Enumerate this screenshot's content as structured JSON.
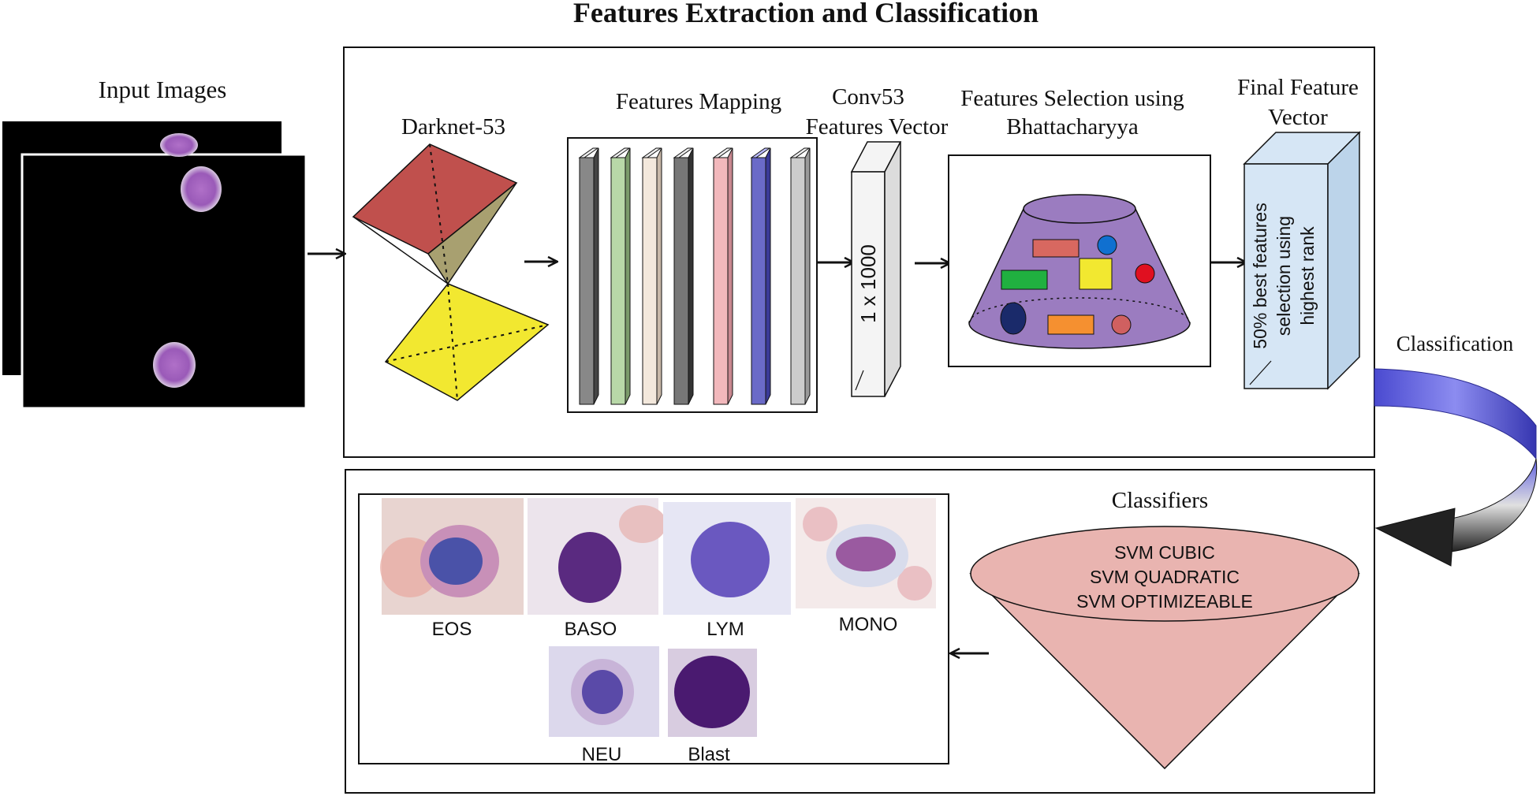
{
  "title": "Features Extraction and Classification",
  "input": {
    "label": "Input Images"
  },
  "network": {
    "label": "Darknet-53"
  },
  "mapping": {
    "label": "Features Mapping"
  },
  "conv": {
    "label_line1": "Conv53",
    "label_line2": "Features Vector",
    "vector_text": "1 x 1000"
  },
  "selection": {
    "label_line1": "Features Selection using",
    "label_line2": "Bhattacharyya"
  },
  "final": {
    "label_line1": "Final Feature",
    "label_line2": "Vector",
    "text_line1": "50% best features",
    "text_line2": "selection using",
    "text_line3": "highest rank"
  },
  "classification": {
    "label": "Classification"
  },
  "classifiers": {
    "label": "Classifiers",
    "items": [
      "SVM CUBIC",
      "SVM QUADRATIC",
      "SVM OPTIMIZEABLE"
    ]
  },
  "cells": {
    "labels": [
      "EOS",
      "BASO",
      "LYM",
      "MONO",
      "NEU",
      "Blast"
    ]
  },
  "colors": {
    "darknet_top": "#c0504d",
    "darknet_side": "#a8a070",
    "darknet_bottom": "#f2e830",
    "selection_cone": "#9b7cc0",
    "final_box": "#d6e6f5",
    "classifier_cone": "#e9b4b0",
    "cell_purple": "#6a3fa0"
  }
}
